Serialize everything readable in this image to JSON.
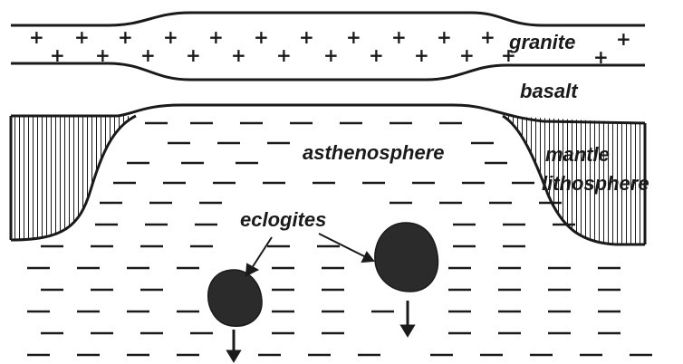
{
  "labels": {
    "granite": "granite",
    "basalt": "basalt",
    "asthenosphere": "asthenosphere",
    "mantle": "mantle",
    "lithosphere": "lithosphere",
    "eclogites": "eclogites"
  },
  "colors": {
    "ink": "#1a1a1a",
    "background": "#ffffff"
  }
}
